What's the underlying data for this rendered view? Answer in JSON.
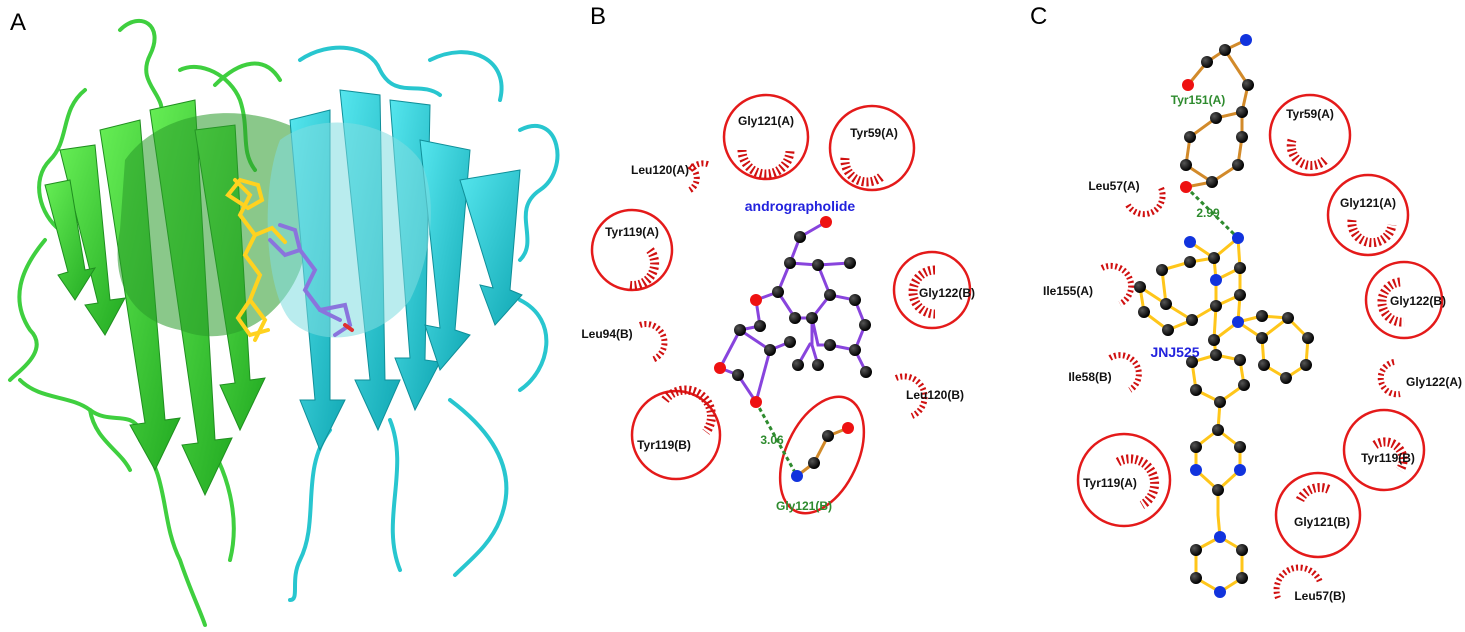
{
  "panels": {
    "a": {
      "label": "A"
    },
    "b": {
      "label": "B",
      "ligand_name": "andrographolide",
      "hbond_distance": "3.06",
      "hbond_residue": "Gly121(B)",
      "residues": [
        "Gly121(A)",
        "Tyr59(A)",
        "Leu120(A)",
        "Tyr119(A)",
        "Gly122(B)",
        "Leu94(B)",
        "Leu120(B)",
        "Tyr119(B)"
      ]
    },
    "c": {
      "label": "C",
      "ligand_name": "JNJ525",
      "hbond_distance": "2.99",
      "hbond_residue": "Tyr151(A)",
      "residues": [
        "Tyr59(A)",
        "Leu57(A)",
        "Gly121(A)",
        "Ile155(A)",
        "Gly122(B)",
        "Ile58(B)",
        "Gly122(A)",
        "Tyr119(B)",
        "Tyr119(A)",
        "Gly121(B)",
        "Leu57(B)"
      ]
    }
  },
  "colors": {
    "protein_chain_a": "#33cc33",
    "protein_chain_b": "#22c4cc",
    "ligand_andrographolide": "#8844dd",
    "ligand_jnj525": "#ffd21f",
    "hbond": "#2e8b2e",
    "hydrophobic": "#d01010",
    "carbon": "#111111",
    "oxygen": "#ee1111",
    "nitrogen": "#1133dd"
  }
}
